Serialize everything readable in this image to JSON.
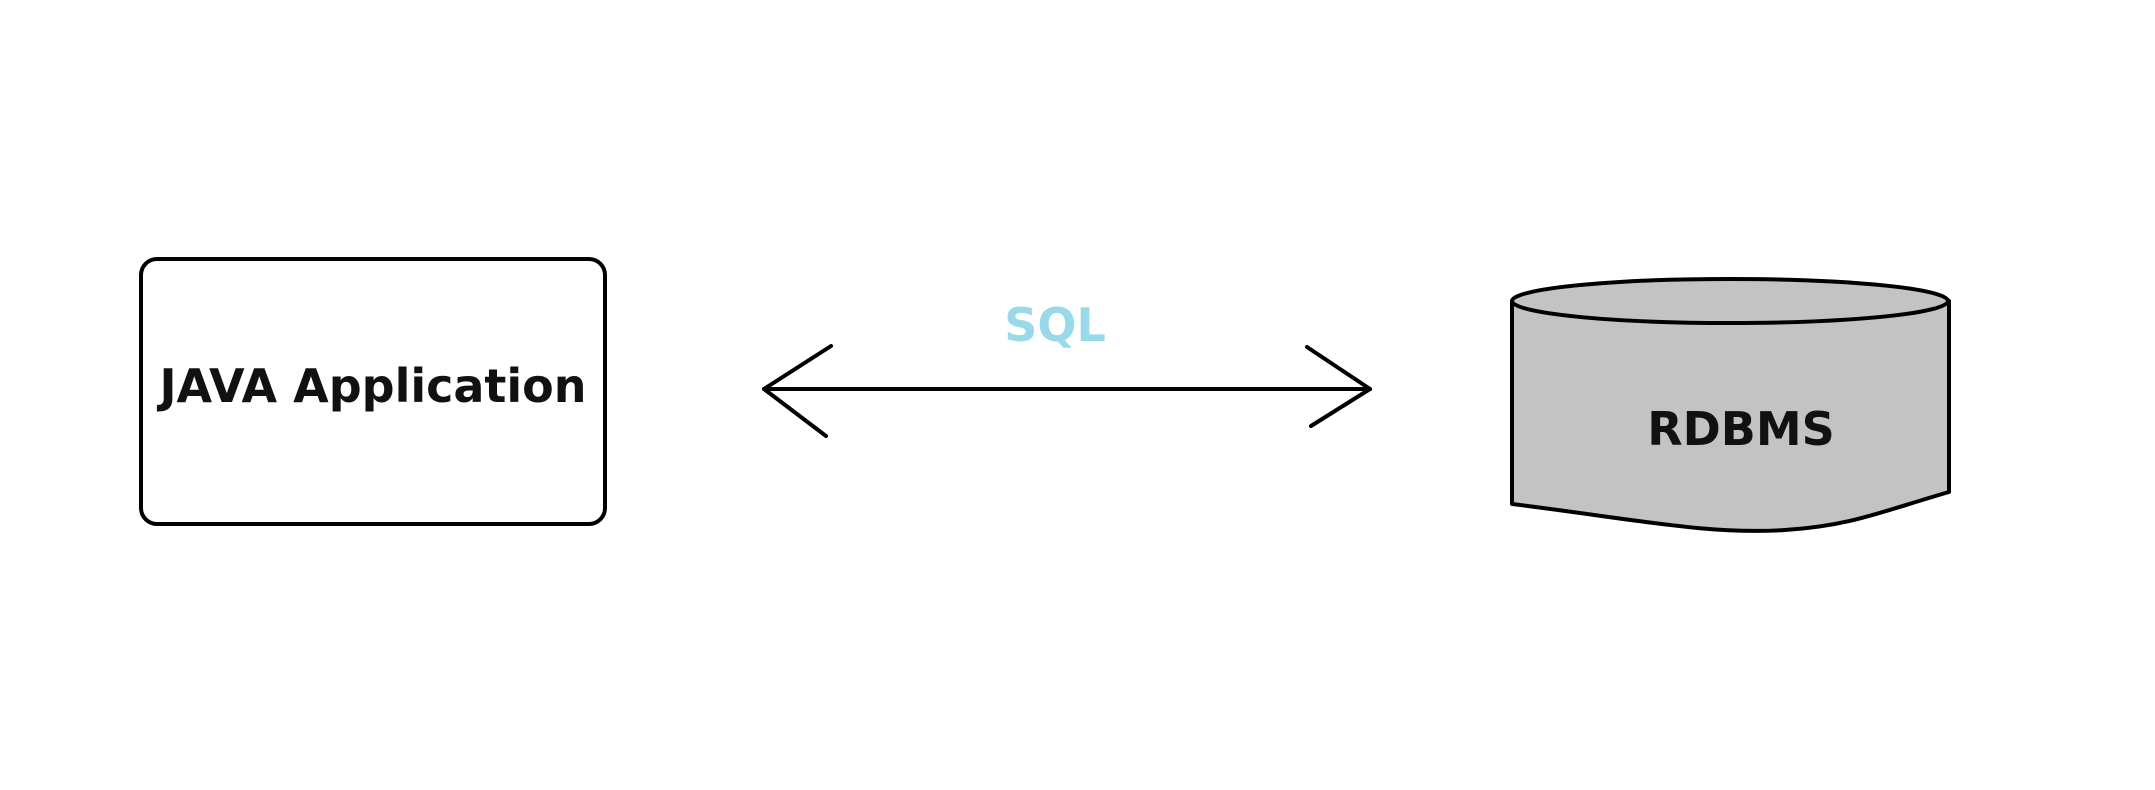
{
  "diagram": {
    "nodes": {
      "java_app": {
        "label": "JAVA Application",
        "shape": "rounded-rectangle",
        "fill": "#ffffff",
        "stroke": "#000000"
      },
      "rdbms": {
        "label": "RDBMS",
        "shape": "cylinder",
        "fill": "#c3c3c3",
        "stroke": "#000000"
      }
    },
    "edges": [
      {
        "from": "java_app",
        "to": "rdbms",
        "label": "SQL",
        "label_color": "#99d9ea",
        "direction": "bidirectional",
        "arrowheads": "open"
      }
    ]
  }
}
